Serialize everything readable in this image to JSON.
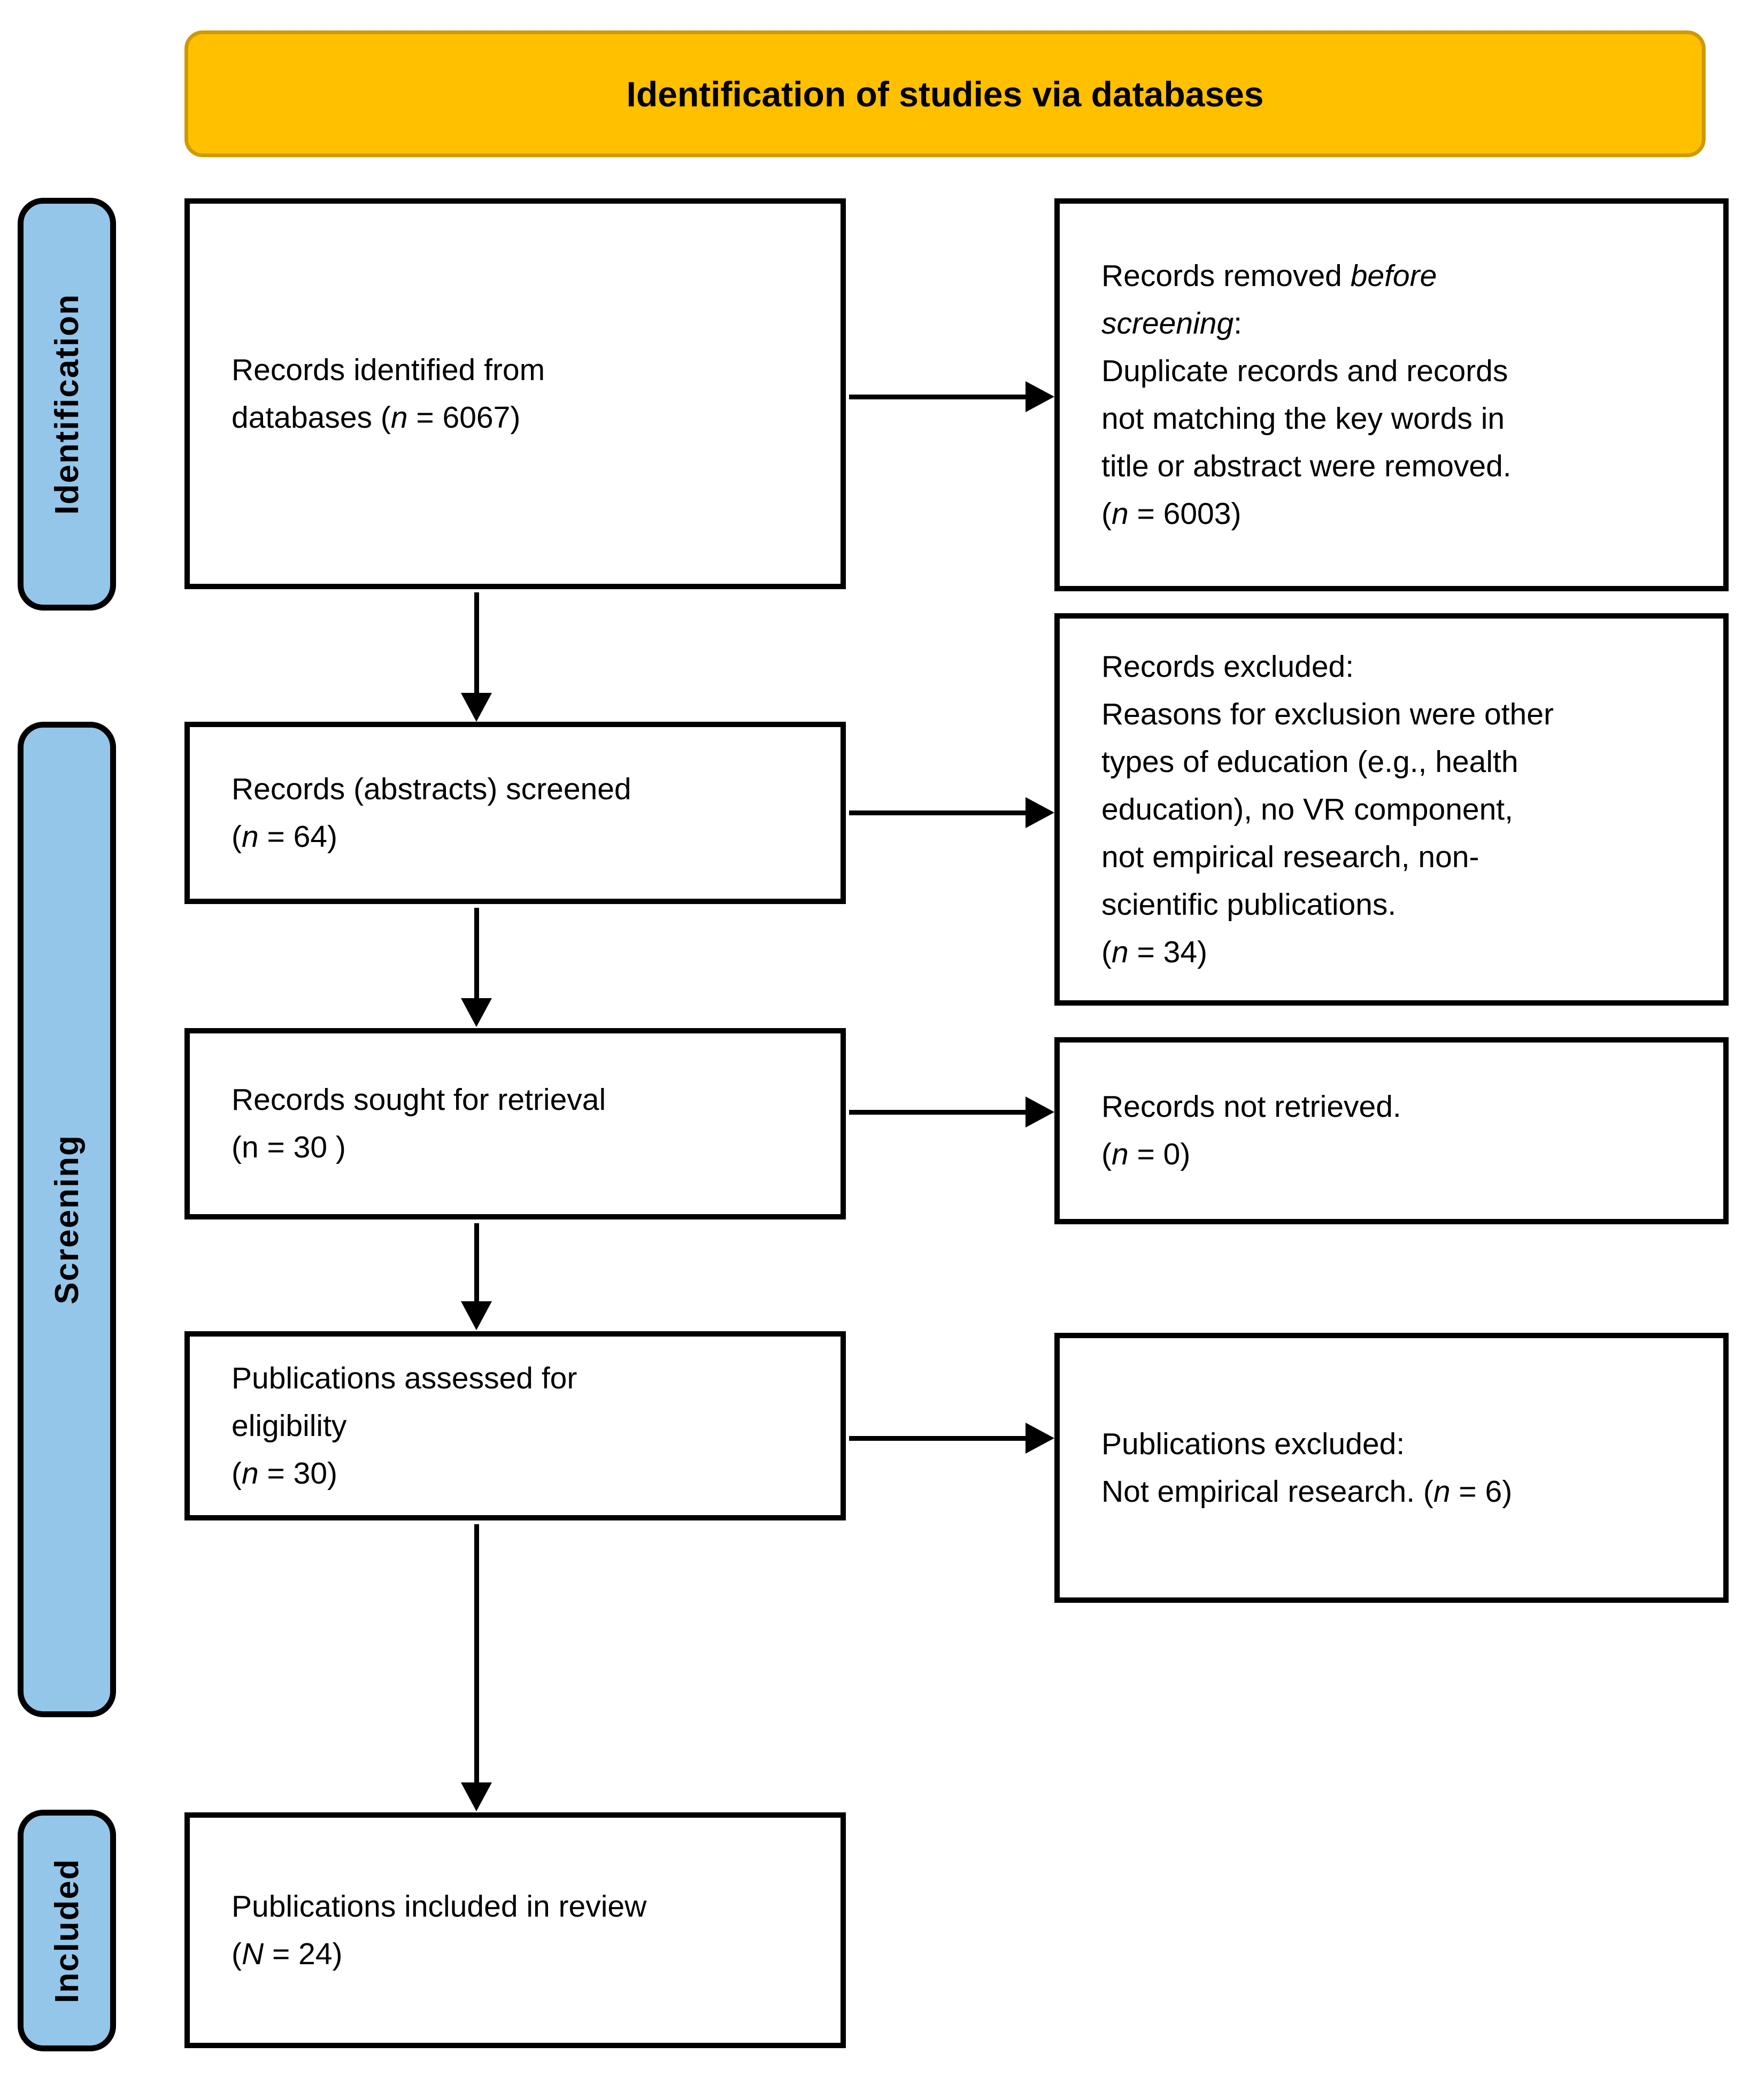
{
  "title": {
    "text": "Identification of studies via databases"
  },
  "sidebar": {
    "identification": {
      "label": "Identification"
    },
    "screening": {
      "label": "Screening"
    },
    "included": {
      "label": "Included"
    }
  },
  "boxes": {
    "identified": {
      "lines": [
        [
          {
            "t": "Records identified from"
          }
        ],
        [
          {
            "t": "databases ("
          },
          {
            "t": "n",
            "i": true
          },
          {
            "t": " = 6067)"
          }
        ]
      ]
    },
    "removed": {
      "lines": [
        [
          {
            "t": "Records removed "
          },
          {
            "t": "before",
            "i": true
          }
        ],
        [
          {
            "t": "screening",
            "i": true
          },
          {
            "t": ":"
          }
        ],
        [
          {
            "t": "Duplicate records and records"
          }
        ],
        [
          {
            "t": "not matching the key words in"
          }
        ],
        [
          {
            "t": "title or abstract were removed."
          }
        ],
        [
          {
            "t": "("
          },
          {
            "t": "n",
            "i": true
          },
          {
            "t": " = 6003)"
          }
        ]
      ]
    },
    "screened": {
      "lines": [
        [
          {
            "t": "Records (abstracts) screened"
          }
        ],
        [
          {
            "t": "("
          },
          {
            "t": "n",
            "i": true
          },
          {
            "t": " = 64)"
          }
        ]
      ]
    },
    "excluded": {
      "lines": [
        [
          {
            "t": "Records excluded:"
          }
        ],
        [
          {
            "t": "Reasons for exclusion were other"
          }
        ],
        [
          {
            "t": "types of education (e.g., health"
          }
        ],
        [
          {
            "t": "education), no VR component,"
          }
        ],
        [
          {
            "t": "not empirical research, non-"
          }
        ],
        [
          {
            "t": "scientific publications."
          }
        ],
        [
          {
            "t": "("
          },
          {
            "t": "n",
            "i": true
          },
          {
            "t": " = 34)"
          }
        ]
      ]
    },
    "sought": {
      "lines": [
        [
          {
            "t": "Records sought for retrieval"
          }
        ],
        [
          {
            "t": "(n = 30 )"
          }
        ]
      ]
    },
    "not_retrieved": {
      "lines": [
        [
          {
            "t": "Records not retrieved."
          }
        ],
        [
          {
            "t": "("
          },
          {
            "t": "n",
            "i": true
          },
          {
            "t": " = 0)"
          }
        ]
      ]
    },
    "assessed": {
      "lines": [
        [
          {
            "t": "Publications assessed for"
          }
        ],
        [
          {
            "t": "eligibility"
          }
        ],
        [
          {
            "t": "("
          },
          {
            "t": "n",
            "i": true
          },
          {
            "t": " = 30)"
          }
        ]
      ]
    },
    "pub_excluded": {
      "lines": [
        [
          {
            "t": "Publications excluded:"
          }
        ],
        [
          {
            "t": "Not empirical research. ("
          },
          {
            "t": "n",
            "i": true
          },
          {
            "t": " = 6)"
          }
        ]
      ]
    },
    "included_review": {
      "lines": [
        [
          {
            "t": "Publications included in review"
          }
        ],
        [
          {
            "t": "("
          },
          {
            "t": "N",
            "i": true
          },
          {
            "t": " = 24)"
          }
        ]
      ]
    }
  },
  "colors": {
    "header_fill": "#FFC000",
    "header_border": "#CE9A00",
    "stage_fill": "#93C6E9",
    "line": "#000000",
    "box_fill": "#FFFFFF"
  }
}
